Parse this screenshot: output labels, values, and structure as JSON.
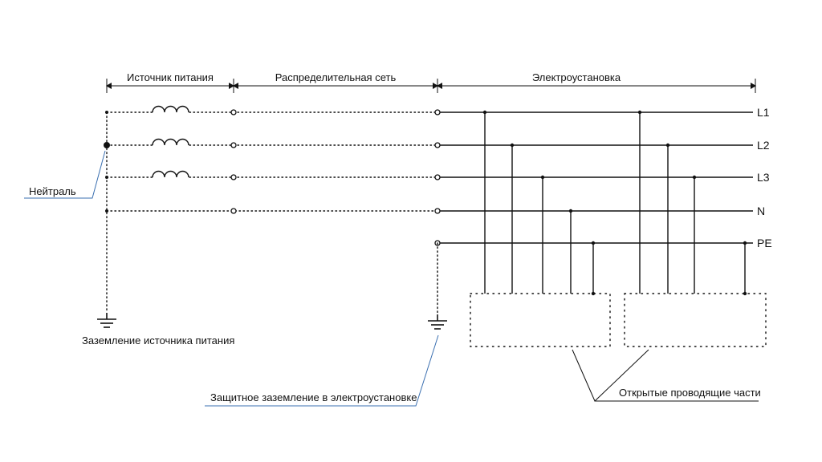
{
  "sections": {
    "source": "Источник питания",
    "network": "Распределительная сеть",
    "installation": "Электроустановка"
  },
  "conductors": {
    "l1": "L1",
    "l2": "L2",
    "l3": "L3",
    "n": "N",
    "pe": "PE"
  },
  "labels": {
    "neutral": "Нейтраль",
    "source_ground": "Заземление источника питания",
    "protective_ground": "Защитное заземление в электроустановке",
    "exposed_parts": "Открытые проводящие части"
  }
}
